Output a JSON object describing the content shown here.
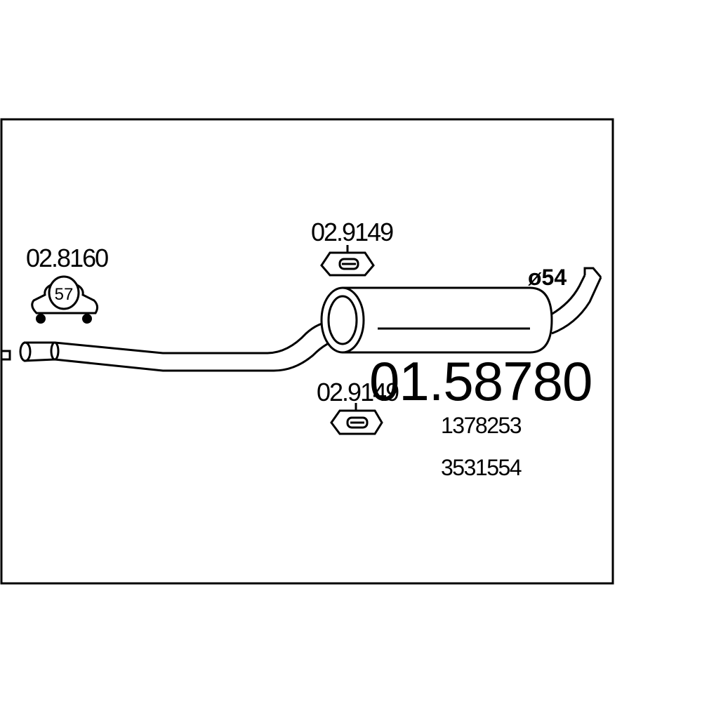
{
  "diagram": {
    "main_part_number": "01.58780",
    "oem_numbers": [
      "1378253",
      "3531554"
    ],
    "clamp_left": {
      "part_number": "02.8160",
      "size_label": "57"
    },
    "hanger_top": {
      "part_number": "02.9149"
    },
    "hanger_bottom": {
      "part_number": "02.9149"
    },
    "outlet_diameter": "ø54"
  }
}
